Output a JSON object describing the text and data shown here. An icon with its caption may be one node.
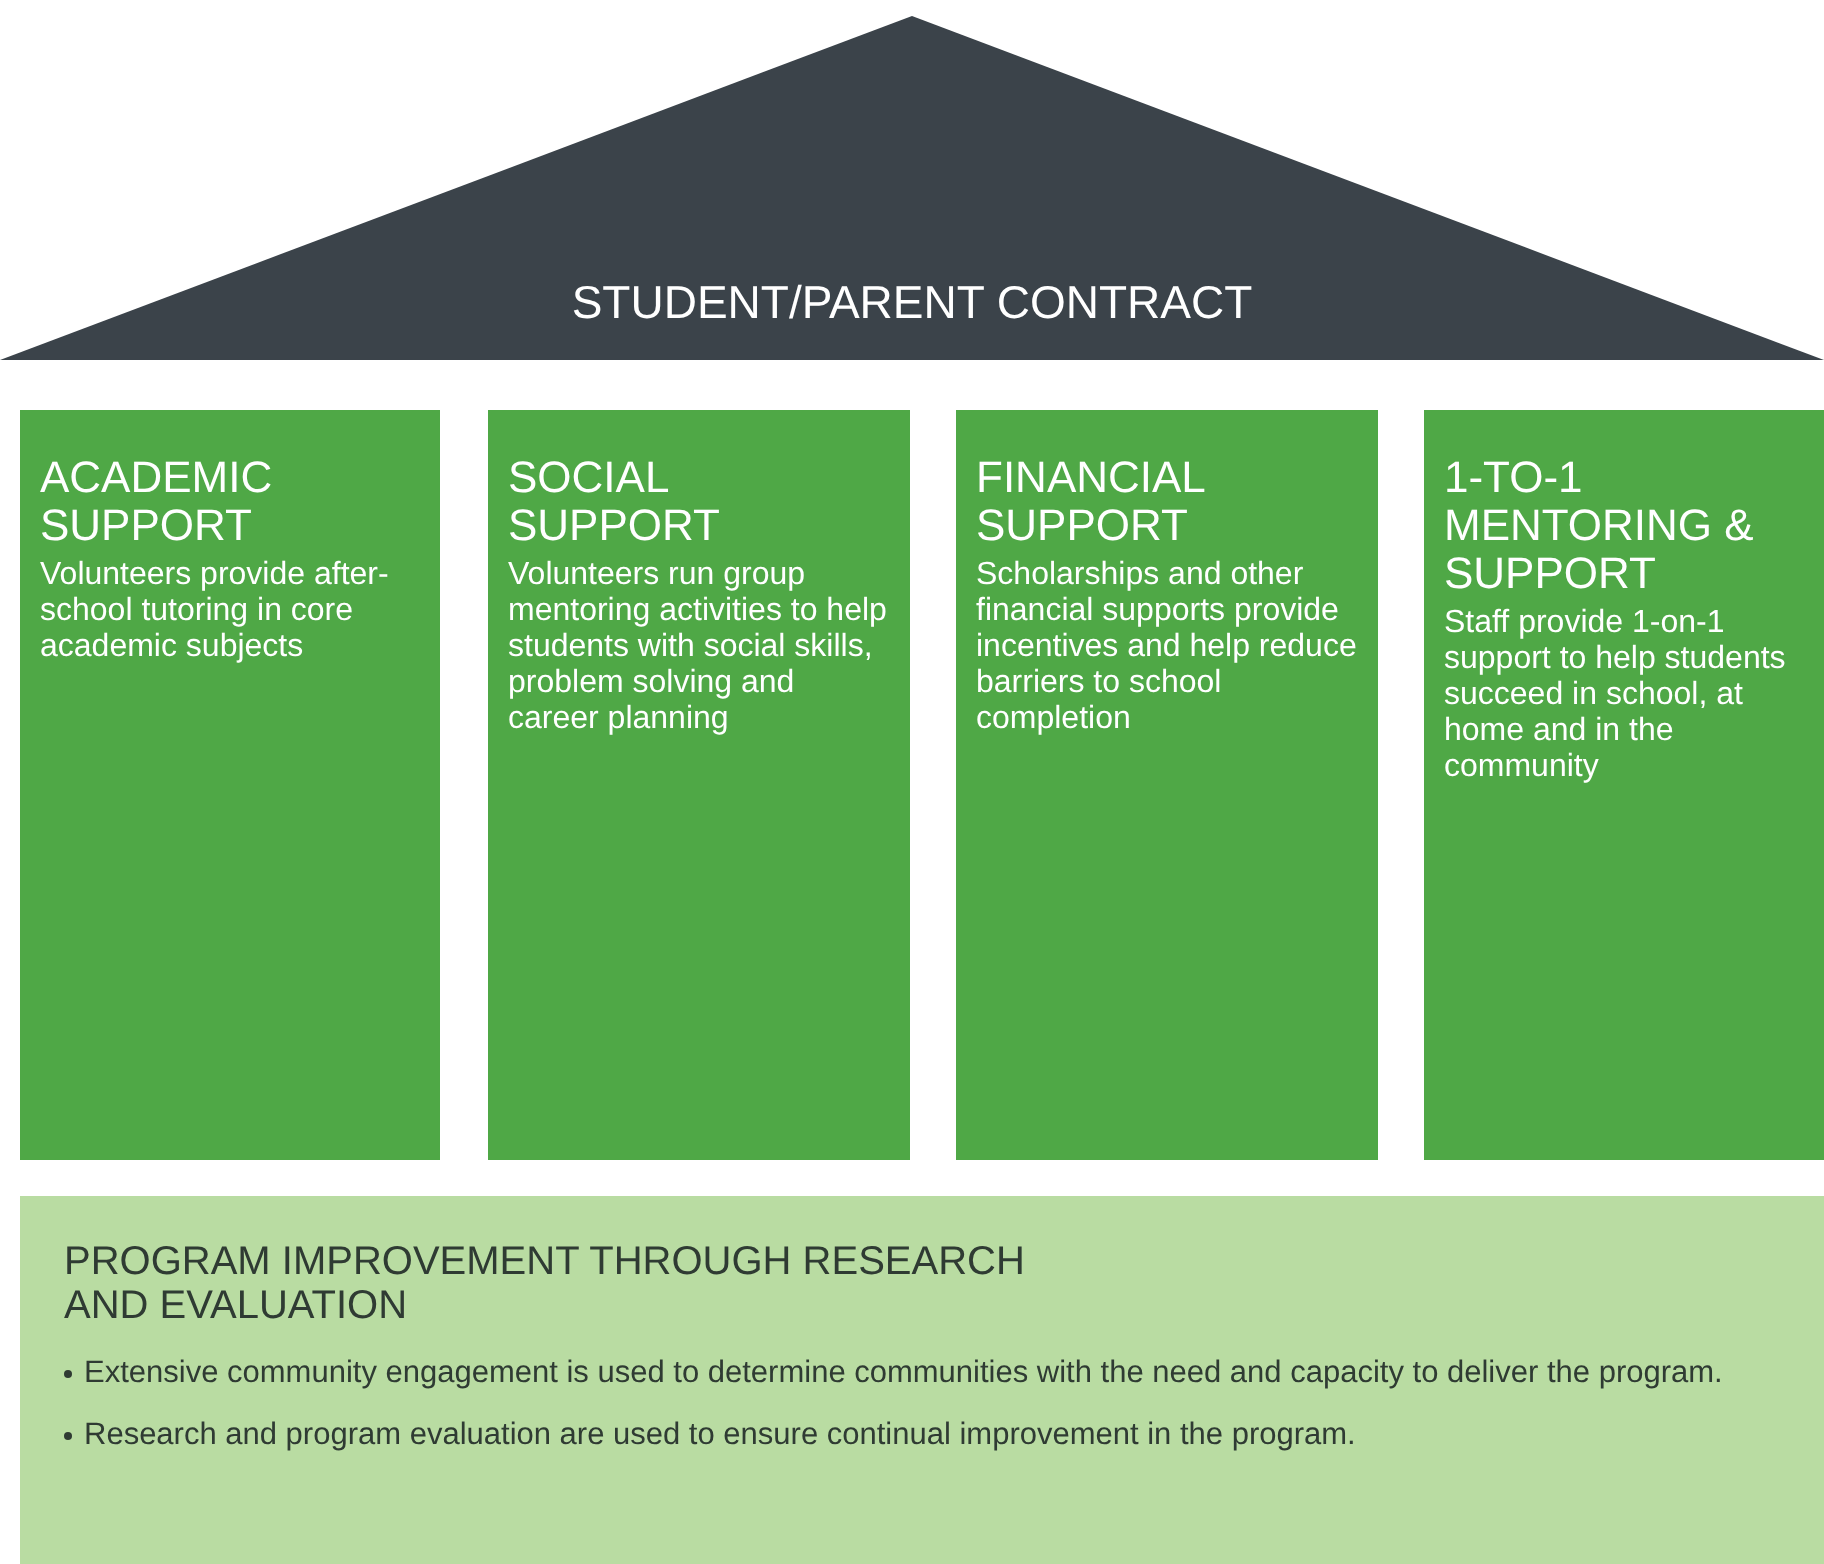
{
  "diagram": {
    "nodes": [
      {
        "text": [
          "STUDENT/PARENT CONTRACT"
        ]
      },
      {
        "text": [
          "ACADEMIC SUPPORT",
          "Volunteers provide after-school tutoring in core academic subjects"
        ]
      },
      {
        "text": [
          "SOCIAL SUPPORT",
          "Volunteers run group mentoring activities to help students with social skills, problem solving and career planning"
        ]
      },
      {
        "text": [
          "FINANCIAL SUPPORT",
          "Scholarships and other financial supports provide incentives and help reduce barriers to school completion"
        ]
      },
      {
        "text": [
          "1-TO-1 MENTORING & SUPPORT",
          "Staff provide 1-on-1 support to help students succeed in school, at home and in the community"
        ]
      },
      {
        "text": [
          "PROGRAM IMPROVEMENT THROUGH RESEARCH AND EVALUATION",
          "Extensive community engagement is used to determine communities with the need and capacity to deliver the program.",
          "Research and program evaluation are used to ensure continual improvement in the program."
        ]
      }
    ]
  }
}
